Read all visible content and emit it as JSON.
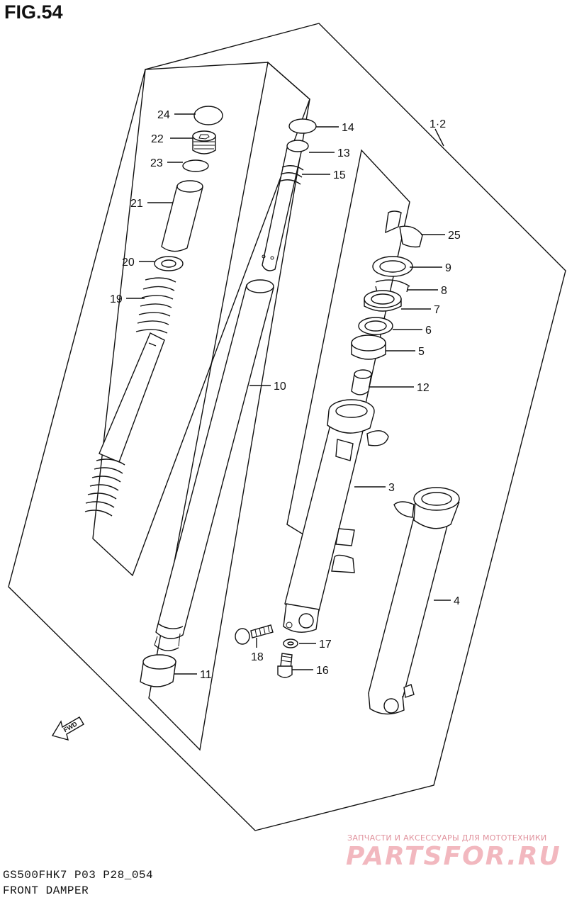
{
  "figure": {
    "title": "FIG.54",
    "code": "GS500FHK7 P03 P28_054",
    "name": "FRONT DAMPER"
  },
  "assembly_label": "1·2",
  "fwd_label": "FWD",
  "fwd_icon": "fwd-arrow-icon",
  "watermark": {
    "line1": "ЗАПЧАСТИ И АКСЕССУАРЫ ДЛЯ МОТОТЕХНИКИ",
    "line2": "PARTSFOR.RU",
    "color": "#e8a3ab"
  },
  "callouts": [
    {
      "id": "24",
      "label": "24"
    },
    {
      "id": "22",
      "label": "22"
    },
    {
      "id": "23",
      "label": "23"
    },
    {
      "id": "21",
      "label": "21"
    },
    {
      "id": "20",
      "label": "20"
    },
    {
      "id": "19",
      "label": "19"
    },
    {
      "id": "14",
      "label": "14"
    },
    {
      "id": "13",
      "label": "13"
    },
    {
      "id": "15",
      "label": "15"
    },
    {
      "id": "10",
      "label": "10"
    },
    {
      "id": "11",
      "label": "11"
    },
    {
      "id": "25",
      "label": "25"
    },
    {
      "id": "9",
      "label": "9"
    },
    {
      "id": "8",
      "label": "8"
    },
    {
      "id": "7",
      "label": "7"
    },
    {
      "id": "6",
      "label": "6"
    },
    {
      "id": "5",
      "label": "5"
    },
    {
      "id": "12",
      "label": "12"
    },
    {
      "id": "3",
      "label": "3"
    },
    {
      "id": "4",
      "label": "4"
    },
    {
      "id": "17",
      "label": "17"
    },
    {
      "id": "18",
      "label": "18"
    },
    {
      "id": "16",
      "label": "16"
    }
  ]
}
